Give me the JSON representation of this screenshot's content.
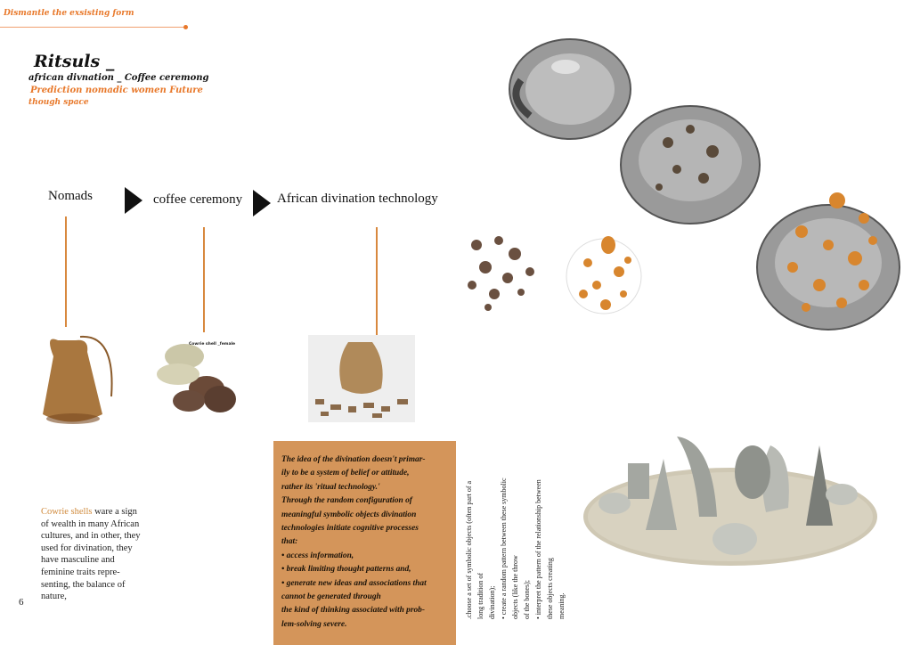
{
  "header": {
    "label": "Dismantle the exsisting form"
  },
  "title": {
    "main": "Ritsuls _",
    "line1": "african divnation _ Coffee ceremong",
    "line2": "Prediction nomadic women Future",
    "line3": "though space"
  },
  "flow": {
    "steps": [
      "Nomads",
      "coffee ceremony",
      "African divination technology"
    ]
  },
  "images": {
    "cowrie_label": "Cowrie shell _female"
  },
  "quote_box": {
    "paragraphs": [
      "The idea of the divination doesn't primar-",
      "ily to be a system of belief or attitude,",
      "rather its 'ritual technology.'",
      "Through the random configuration of",
      "meaningful symbolic objects divination",
      "technologies initiate cognitive processes",
      "that:",
      "• access information,",
      "• break limiting thought patterns and,",
      "• generate new ideas and associations that",
      "cannot be generated through",
      "the kind of thinking associated with prob-",
      "lem-solving severe."
    ]
  },
  "rotated_text": {
    "lines": [
      ".choose a set of symbolic objects (often part of a",
      "long tradition of",
      "divination);",
      "• create a random pattern between these symbolic",
      "objects (like the throw",
      "of the bones);",
      "• interpret the pattern of the relationship between",
      "these objects creating",
      "meaning."
    ]
  },
  "cowrie": {
    "highlight": "Cowrie shells",
    "text": " ware a sign of wealth in many African cultures, and in other, they used for divination, they have masculine and feminine traits repre-senting, the balance of nature,"
  },
  "page_number": "6",
  "colors": {
    "accent": "#e8782a",
    "box": "#d4955a",
    "line": "#d8883e"
  }
}
